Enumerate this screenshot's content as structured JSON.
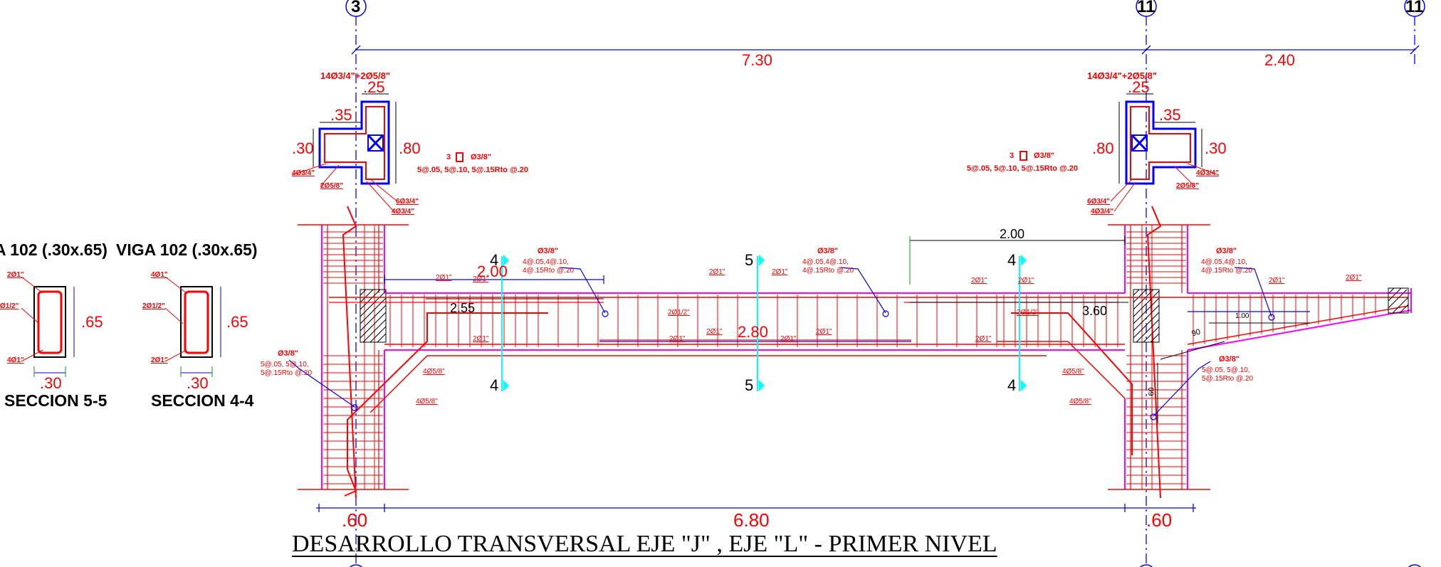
{
  "title": "DESARROLLO TRANSVERSAL EJE \"J\" , EJE \"L\" - PRIMER NIVEL",
  "axes": [
    "3",
    "11",
    "11"
  ],
  "top_dims": [
    "7.30",
    "2.40"
  ],
  "bottom_dims": [
    ".60",
    "6.80",
    ".60"
  ],
  "columns": {
    "left": {
      "main_bars": "14Ø3/4\"+2Ø5/8\"",
      "d_25": ".25",
      "d_35": ".35",
      "d_30": ".30",
      "d_80": ".80",
      "bars_a": "4Ø3/4\"",
      "bars_b": "2Ø5/8\"",
      "bars_c": "6Ø3/4\"",
      "bars_d": "4Ø3/4\"",
      "stirrup_count": "3",
      "stirrup_dia": "Ø3/8\"",
      "stirrup_spacing": "5@.05, 5@.10, 5@.15Rto @.20"
    },
    "right": {
      "main_bars": "14Ø3/4\"+2Ø5/8\"",
      "d_25": ".25",
      "d_35": ".35",
      "d_30": ".30",
      "d_80": ".80",
      "bars_a": "4Ø3/4\"",
      "bars_b": "2Ø5/8\"",
      "bars_c": "6Ø3/4\"",
      "bars_d": "4Ø3/4\"",
      "stirrup_count": "3",
      "stirrup_dia": "Ø3/8\"",
      "stirrup_spacing": "5@.05, 5@.10, 5@.15Rto @.20"
    }
  },
  "sections": {
    "s55": {
      "title": "A 102 (.30x.65)",
      "label": "SECCION 5-5",
      "top": "2Ø1\"",
      "mid": "Ø1/2\"",
      "bot": "4Ø1\"",
      "h": ".65",
      "w": ".30"
    },
    "s44": {
      "title": "VIGA 102 (.30x.65)",
      "label": "SECCION 4-4",
      "top": "4Ø1\"",
      "mid": "2Ø1/2\"",
      "bot": "2Ø1\"",
      "h": ".65",
      "w": ".30"
    }
  },
  "beam": {
    "dim_200_left": "2.00",
    "dim_255": "2.55",
    "dim_280": "2.80",
    "dim_200_top": "2.00",
    "dim_360": "3.60",
    "dim_100": "1.00",
    "dim_90": "90",
    "dim_60": "60",
    "cut_4": "4",
    "cut_5": "5",
    "bar_2d1": "2Ø1\"",
    "bar_2d12": "2Ø1/2\"",
    "bar_4d58": "4Ø5/8\"",
    "stirrup_dia": "Ø3/8\"",
    "stirrup_beam_a": "4@.05,4@.10,",
    "stirrup_beam_b": "4@.15Rto @.20",
    "stirrup_col_a": "5@.05, 5@.10,",
    "stirrup_col_b": "5@.15Rto @.20"
  }
}
